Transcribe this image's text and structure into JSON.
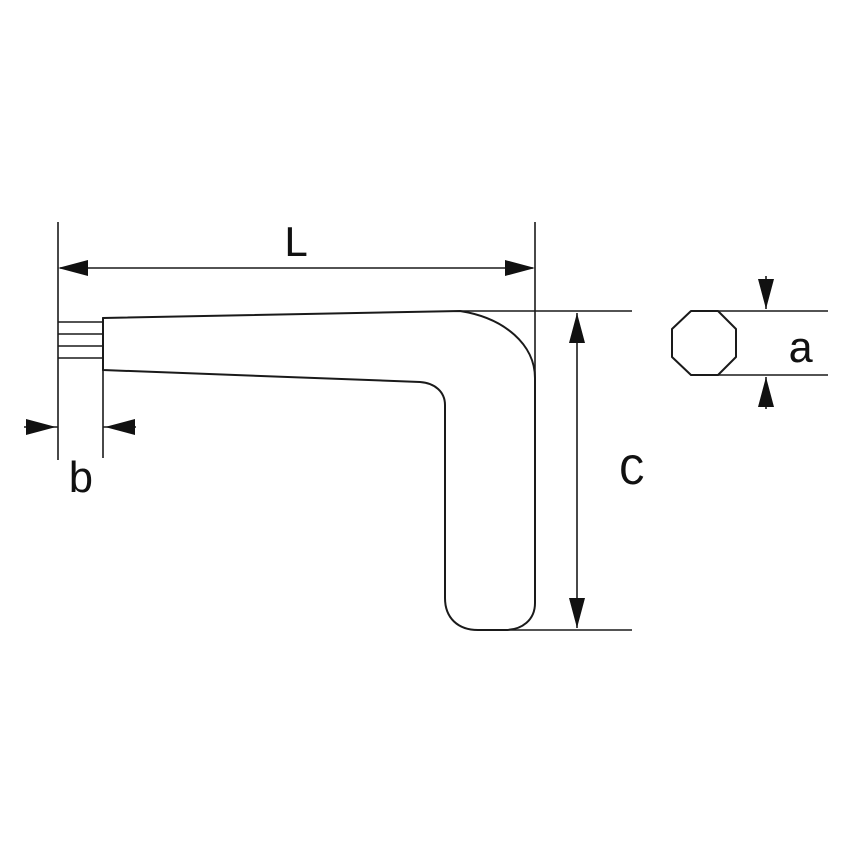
{
  "diagram": {
    "dimensions": {
      "length_label": "L",
      "height_label": "C",
      "across_flats_label": "a",
      "tip_label": "b"
    }
  }
}
